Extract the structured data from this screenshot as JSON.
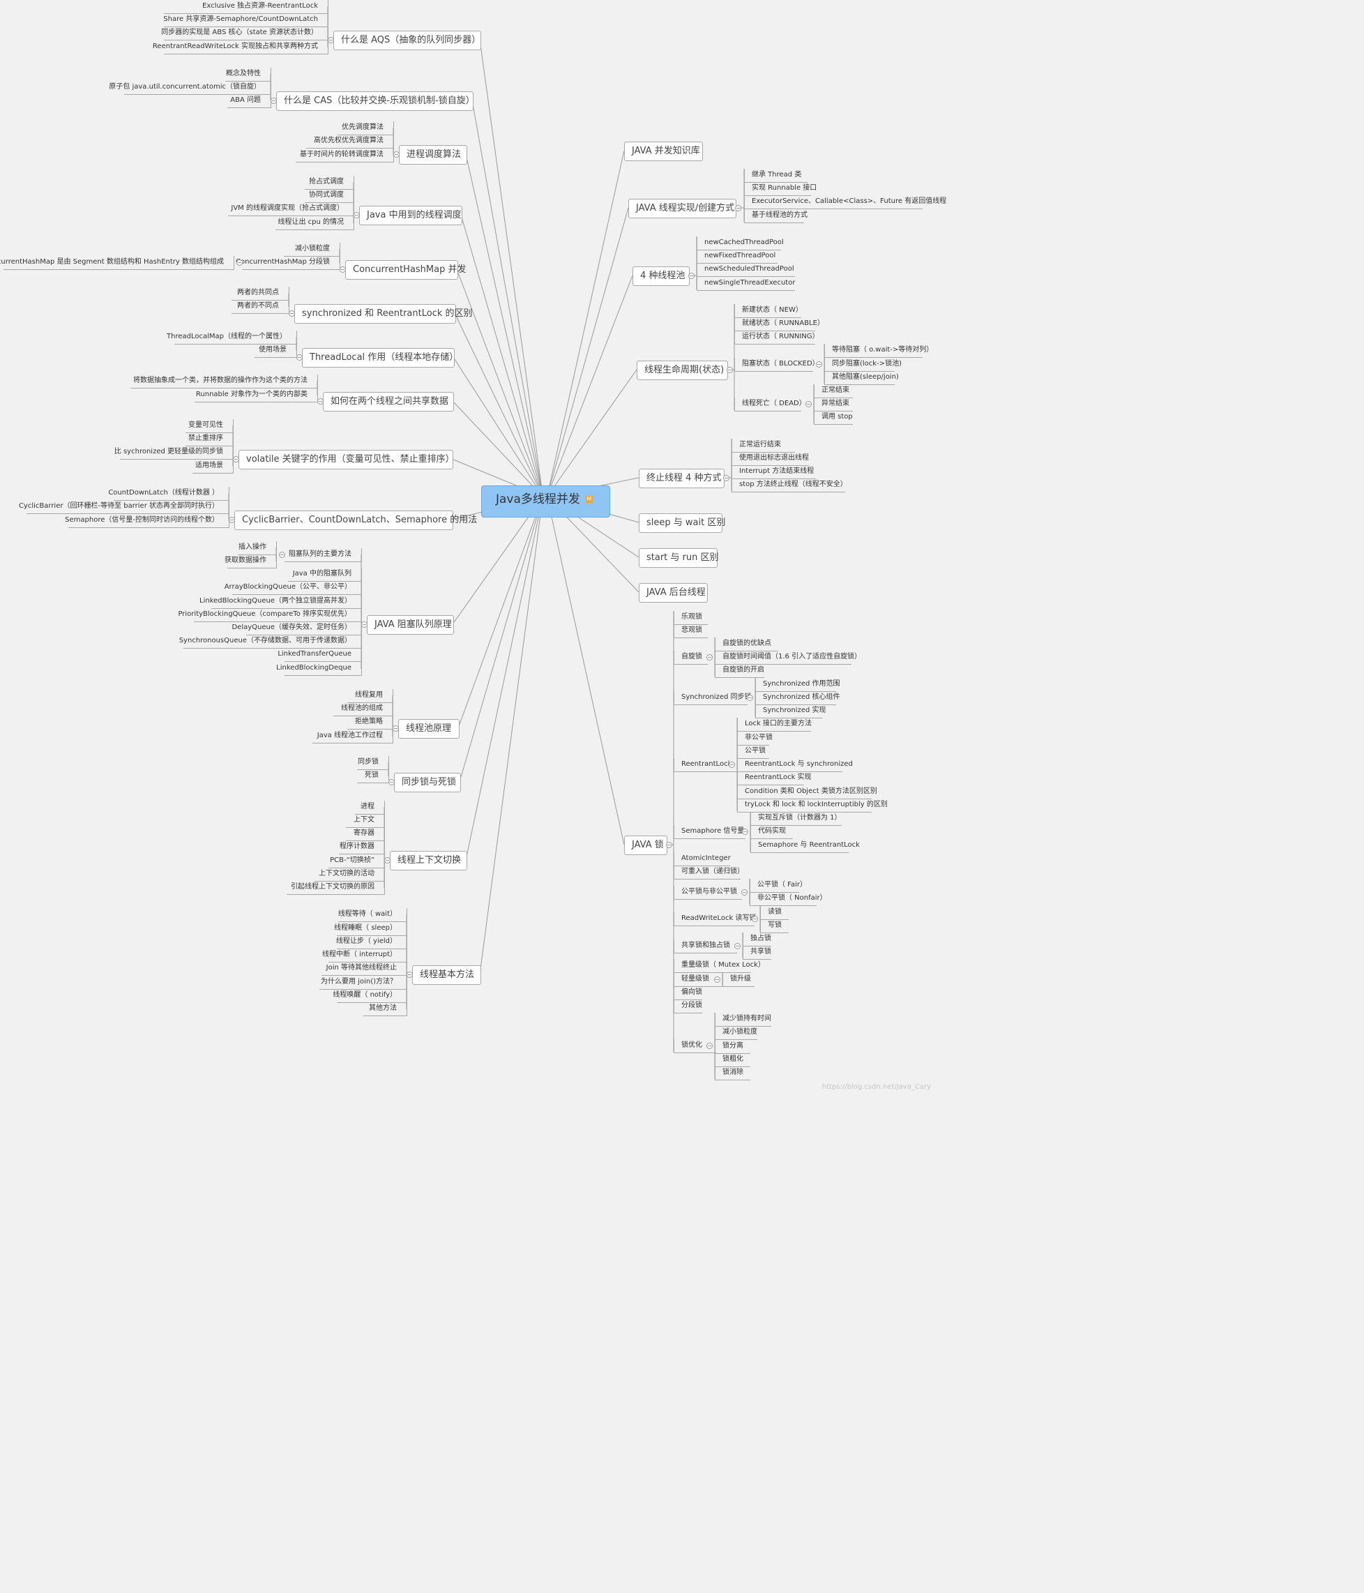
{
  "title": "Java多线程并发",
  "watermark": "https://blog.csdn.net/Java_Cary",
  "left": [
    {
      "label": "什么是 AQS（抽象的队列同步器）",
      "children": [
        {
          "label": "Exclusive 独占资源-ReentrantLock"
        },
        {
          "label": "Share 共享资源-Semaphore/CountDownLatch"
        },
        {
          "label": "同步器的实现是 ABS 核心（state 资源状态计数）"
        },
        {
          "label": "ReentrantReadWriteLock 实现独占和共享两种方式"
        }
      ]
    },
    {
      "label": "什么是 CAS（比较并交换-乐观锁机制-锁自旋）",
      "children": [
        {
          "label": "概念及特性"
        },
        {
          "label": "原子包 java.util.concurrent.atomic（锁自旋）"
        },
        {
          "label": "ABA 问题"
        }
      ]
    },
    {
      "label": "进程调度算法",
      "children": [
        {
          "label": "优先调度算法"
        },
        {
          "label": "高优先权优先调度算法"
        },
        {
          "label": "基于时间片的轮转调度算法"
        }
      ]
    },
    {
      "label": "Java 中用到的线程调度",
      "children": [
        {
          "label": "抢占式调度"
        },
        {
          "label": "协同式调度"
        },
        {
          "label": "JVM 的线程调度实现（抢占式调度）"
        },
        {
          "label": "线程让出 cpu 的情况"
        }
      ]
    },
    {
      "label": "ConcurrentHashMap 并发",
      "children": [
        {
          "label": "减小锁粒度"
        },
        {
          "label": "ConcurrentHashMap 分段锁",
          "children": [
            {
              "label": "ConcurrentHashMap 是由 Segment 数组结构和 HashEntry 数组结构组成"
            }
          ]
        }
      ]
    },
    {
      "label": "synchronized 和 ReentrantLock 的区别",
      "children": [
        {
          "label": "两者的共同点"
        },
        {
          "label": "两者的不同点"
        }
      ]
    },
    {
      "label": "ThreadLocal 作用（线程本地存储）",
      "children": [
        {
          "label": "ThreadLocalMap（线程的一个属性）"
        },
        {
          "label": "使用场景"
        }
      ]
    },
    {
      "label": "如何在两个线程之间共享数据",
      "children": [
        {
          "label": "将数据抽象成一个类，并将数据的操作作为这个类的方法"
        },
        {
          "label": "Runnable 对象作为一个类的内部类"
        }
      ]
    },
    {
      "label": "volatile 关键字的作用（变量可见性、禁止重排序）",
      "children": [
        {
          "label": "变量可见性"
        },
        {
          "label": "禁止重排序"
        },
        {
          "label": "比 sychronized 更轻量级的同步锁"
        },
        {
          "label": "适用场景"
        }
      ]
    },
    {
      "label": "CyclicBarrier、CountDownLatch、Semaphore 的用法",
      "children": [
        {
          "label": "CountDownLatch（线程计数器 ）"
        },
        {
          "label": "CyclicBarrier（回环栅栏-等待至 barrier 状态再全部同时执行）"
        },
        {
          "label": "Semaphore（信号量-控制同时访问的线程个数）"
        }
      ]
    },
    {
      "label": "JAVA 阻塞队列原理",
      "children": [
        {
          "label": "阻塞队列的主要方法",
          "children": [
            {
              "label": "插入操作"
            },
            {
              "label": "获取数据操作"
            }
          ]
        },
        {
          "label": "Java 中的阻塞队列"
        },
        {
          "label": "ArrayBlockingQueue（公平、非公平）"
        },
        {
          "label": "LinkedBlockingQueue（两个独立锁提高并发）"
        },
        {
          "label": "PriorityBlockingQueue（compareTo 排序实现优先）"
        },
        {
          "label": "DelayQueue（缓存失效、定时任务）"
        },
        {
          "label": "SynchronousQueue（不存储数据、可用于传递数据）"
        },
        {
          "label": "LinkedTransferQueue"
        },
        {
          "label": "LinkedBlockingDeque"
        }
      ]
    },
    {
      "label": "线程池原理",
      "children": [
        {
          "label": "线程复用"
        },
        {
          "label": "线程池的组成"
        },
        {
          "label": "拒绝策略"
        },
        {
          "label": "Java 线程池工作过程"
        }
      ]
    },
    {
      "label": "同步锁与死锁",
      "children": [
        {
          "label": "同步锁"
        },
        {
          "label": "死锁"
        }
      ]
    },
    {
      "label": "线程上下文切换",
      "children": [
        {
          "label": "进程"
        },
        {
          "label": "上下文"
        },
        {
          "label": "寄存器"
        },
        {
          "label": "程序计数器"
        },
        {
          "label": "PCB-“切换桢”"
        },
        {
          "label": "上下文切换的活动"
        },
        {
          "label": "引起线程上下文切换的原因"
        }
      ]
    },
    {
      "label": "线程基本方法",
      "children": [
        {
          "label": "线程等待（ wait）"
        },
        {
          "label": "线程睡眠（ sleep）"
        },
        {
          "label": "线程让步（ yield）"
        },
        {
          "label": "线程中断（ interrupt）"
        },
        {
          "label": "Join 等待其他线程终止"
        },
        {
          "label": "为什么要用 join()方法？"
        },
        {
          "label": "线程唤醒（ notify）"
        },
        {
          "label": "其他方法"
        }
      ]
    }
  ],
  "right": [
    {
      "label": "JAVA 并发知识库",
      "children": []
    },
    {
      "label": "JAVA 线程实现/创建方式",
      "children": [
        {
          "label": "继承 Thread 类"
        },
        {
          "label": "实现 Runnable 接口"
        },
        {
          "label": "ExecutorService、Callable<Class>、Future 有返回值线程"
        },
        {
          "label": "基于线程池的方式"
        }
      ]
    },
    {
      "label": "4 种线程池",
      "children": [
        {
          "label": "newCachedThreadPool"
        },
        {
          "label": "newFixedThreadPool"
        },
        {
          "label": "newScheduledThreadPool"
        },
        {
          "label": "newSingleThreadExecutor"
        }
      ]
    },
    {
      "label": "线程生命周期(状态)",
      "children": [
        {
          "label": "新建状态（ NEW）"
        },
        {
          "label": "就绪状态（ RUNNABLE）"
        },
        {
          "label": "运行状态（ RUNNING）"
        },
        {
          "label": "阻塞状态（ BLOCKED）",
          "children": [
            {
              "label": "等待阻塞（ o.wait->等待对列）"
            },
            {
              "label": "同步阻塞(lock->锁池)"
            },
            {
              "label": "其他阻塞(sleep/join)"
            }
          ]
        },
        {
          "label": "线程死亡（ DEAD）",
          "children": [
            {
              "label": "正常结束"
            },
            {
              "label": "异常结束"
            },
            {
              "label": "调用 stop"
            }
          ]
        }
      ]
    },
    {
      "label": "终止线程 4 种方式",
      "children": [
        {
          "label": "正常运行结束"
        },
        {
          "label": "使用退出标志退出线程"
        },
        {
          "label": "Interrupt 方法结束线程"
        },
        {
          "label": "stop 方法终止线程（线程不安全）"
        }
      ]
    },
    {
      "label": "sleep 与 wait 区别",
      "children": []
    },
    {
      "label": "start 与 run 区别",
      "children": []
    },
    {
      "label": "JAVA 后台线程",
      "children": []
    },
    {
      "label": "JAVA 锁",
      "children": [
        {
          "label": "乐观锁"
        },
        {
          "label": "悲观锁"
        },
        {
          "label": "自旋锁",
          "children": [
            {
              "label": "自旋锁的优缺点"
            },
            {
              "label": "自旋锁时间阈值（1.6 引入了适应性自旋锁）"
            },
            {
              "label": "自旋锁的开启"
            }
          ]
        },
        {
          "label": "Synchronized 同步锁",
          "children": [
            {
              "label": "Synchronized 作用范围"
            },
            {
              "label": "Synchronized 核心组件"
            },
            {
              "label": "Synchronized 实现"
            }
          ]
        },
        {
          "label": "ReentrantLock",
          "children": [
            {
              "label": "Lock 接口的主要方法"
            },
            {
              "label": "非公平锁"
            },
            {
              "label": "公平锁"
            },
            {
              "label": "ReentrantLock 与 synchronized"
            },
            {
              "label": "ReentrantLock 实现"
            },
            {
              "label": "Condition 类和 Object 类锁方法区别区别"
            },
            {
              "label": "tryLock 和 lock 和 lockInterruptibly 的区别"
            }
          ]
        },
        {
          "label": "Semaphore 信号量",
          "children": [
            {
              "label": "实现互斥锁（计数器为 1）"
            },
            {
              "label": "代码实现"
            },
            {
              "label": "Semaphore 与 ReentrantLock"
            }
          ]
        },
        {
          "label": "AtomicInteger"
        },
        {
          "label": "可重入锁（递归锁）"
        },
        {
          "label": "公平锁与非公平锁",
          "children": [
            {
              "label": "公平锁（ Fair）"
            },
            {
              "label": "非公平锁（ Nonfair）"
            }
          ]
        },
        {
          "label": "ReadWriteLock 读写锁",
          "children": [
            {
              "label": "读锁"
            },
            {
              "label": "写锁"
            }
          ]
        },
        {
          "label": "共享锁和独占锁",
          "children": [
            {
              "label": "独占锁"
            },
            {
              "label": "共享锁"
            }
          ]
        },
        {
          "label": "重量级锁（ Mutex Lock）"
        },
        {
          "label": "轻量级锁",
          "children": [
            {
              "label": "锁升级"
            }
          ]
        },
        {
          "label": "偏向锁"
        },
        {
          "label": "分段锁"
        },
        {
          "label": "锁优化",
          "children": [
            {
              "label": "减少锁持有时间"
            },
            {
              "label": "减小锁粒度"
            },
            {
              "label": "锁分离"
            },
            {
              "label": "锁粗化"
            },
            {
              "label": "锁消除"
            }
          ]
        }
      ]
    }
  ]
}
